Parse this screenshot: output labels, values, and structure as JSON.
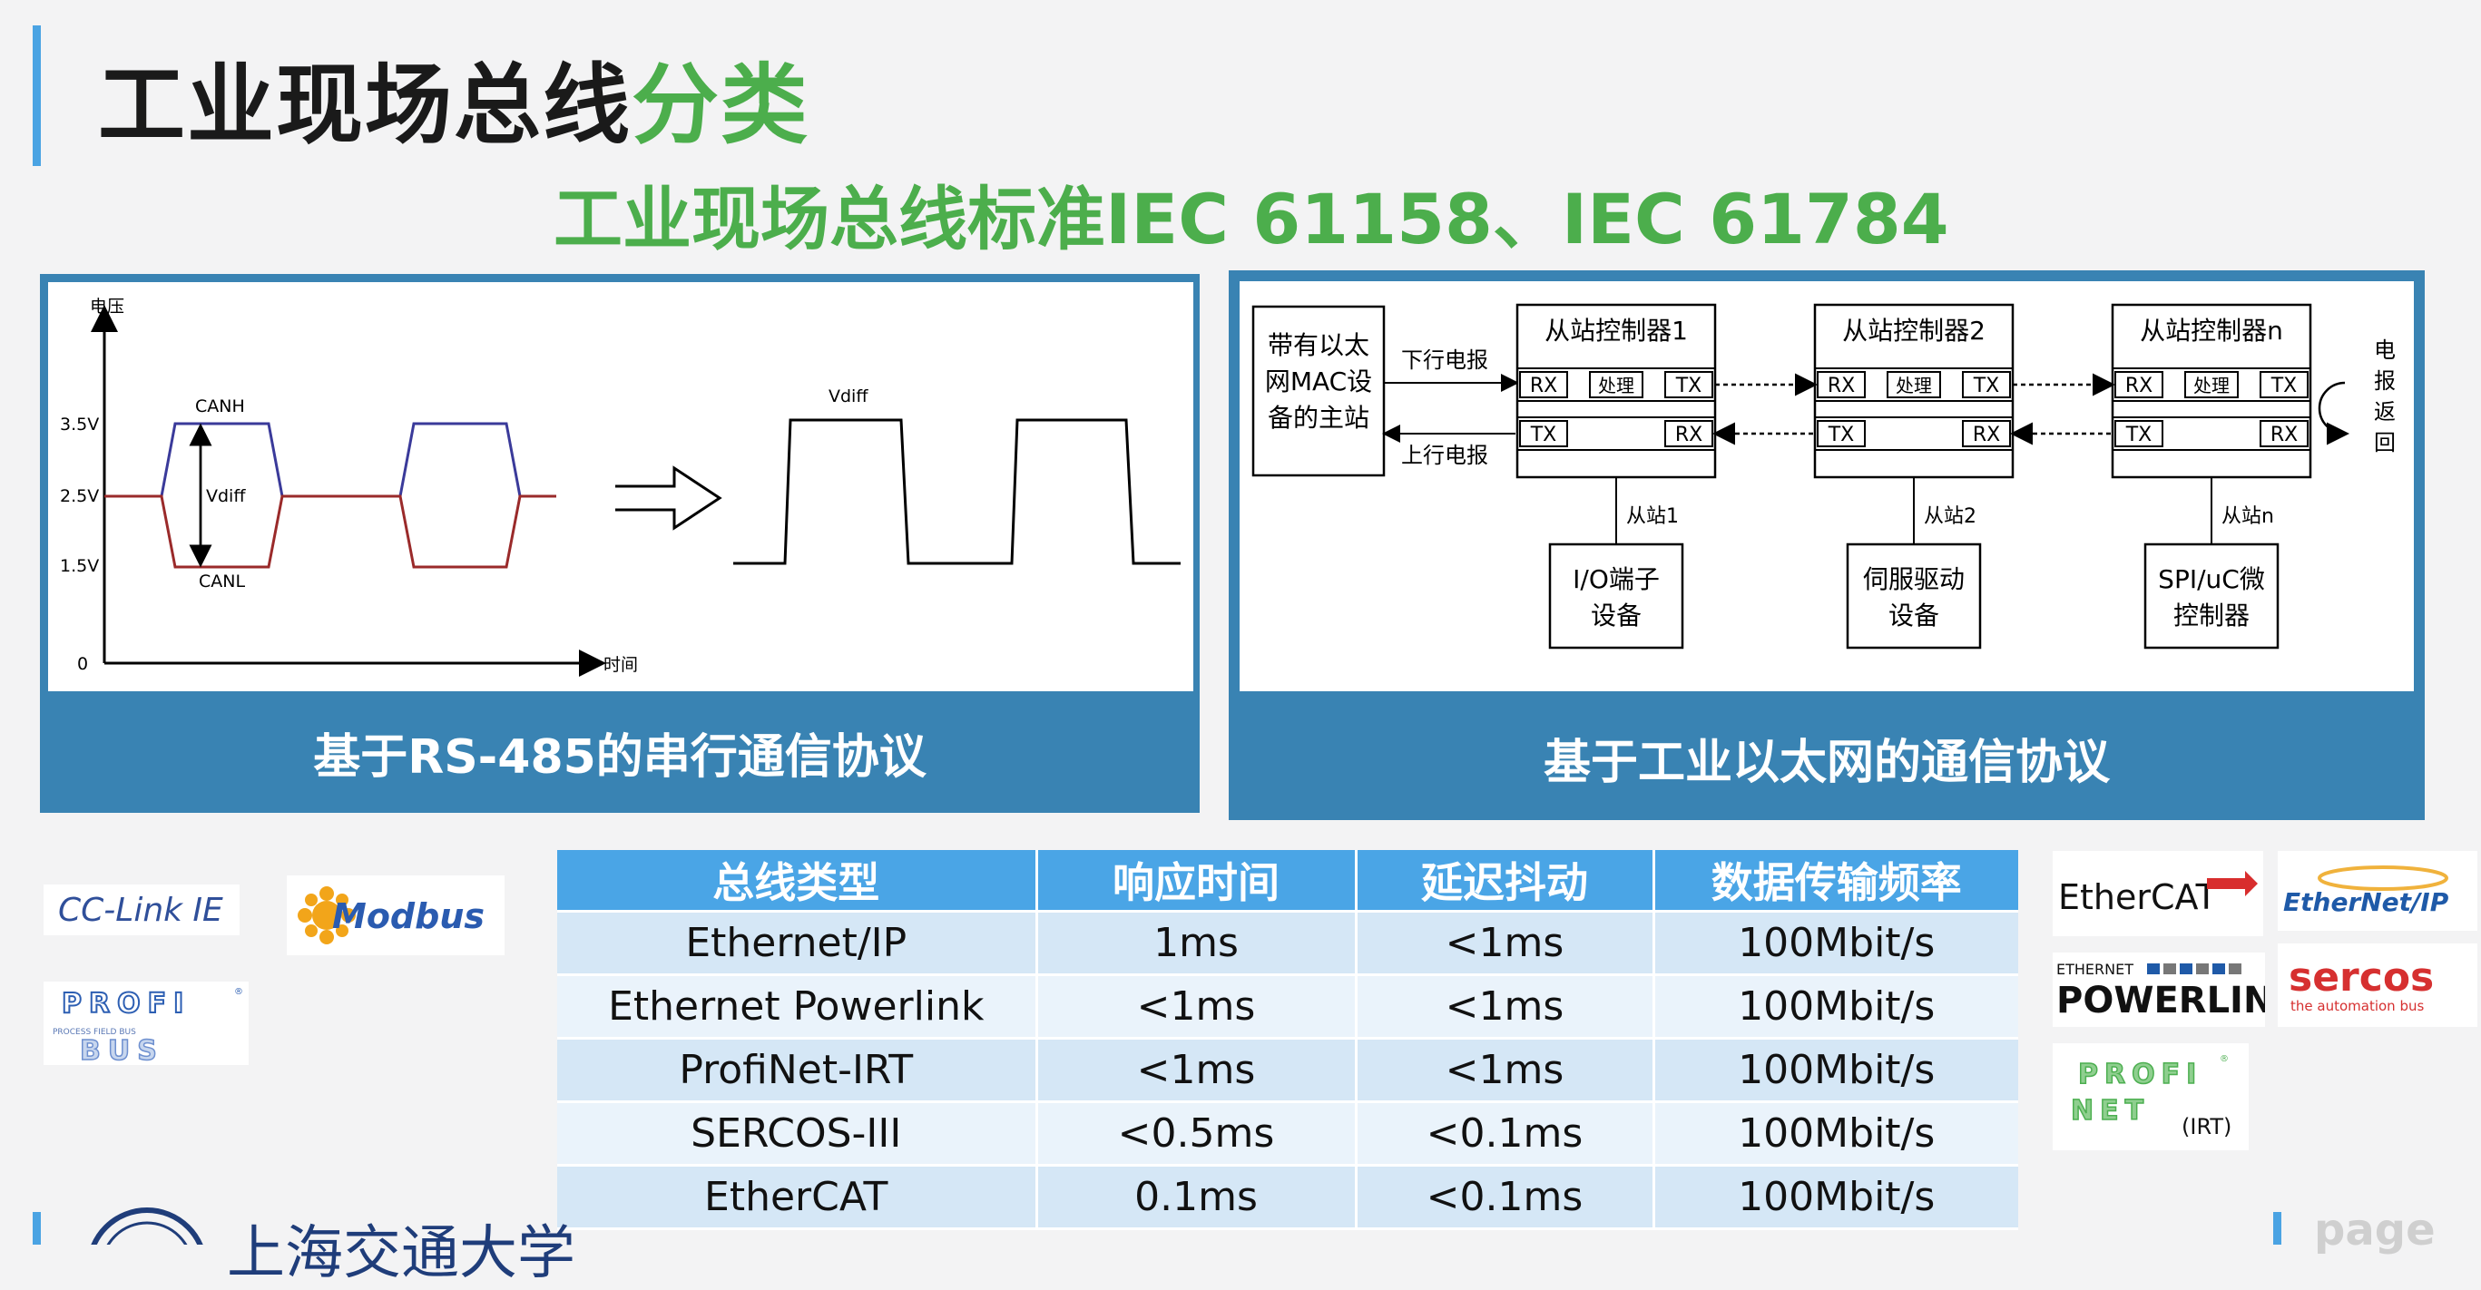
{
  "slide": {
    "title_main": "工业现场总线",
    "title_highlight": "分类",
    "subtitle": "工业现场总线标准IEC 61158、IEC 61784"
  },
  "left_panel": {
    "caption": "基于RS-485的串行通信协议",
    "diagram": {
      "y_axis_label": "电压",
      "x_axis_label": "时间",
      "y_ticks": [
        "3.5V",
        "2.5V",
        "1.5V",
        "0"
      ],
      "canh_label": "CANH",
      "canl_label": "CANL",
      "vdiff_label": "Vdiff",
      "output_label": "Vdiff"
    }
  },
  "right_panel": {
    "caption": "基于工业以太网的通信协议",
    "diagram": {
      "master_label_lines": [
        "带有以太",
        "网MAC设",
        "备的主站"
      ],
      "downlink_label": "下行电报",
      "uplink_label": "上行电报",
      "slaves": [
        {
          "controller": "从站控制器1",
          "station": "从站1",
          "device_lines": [
            "I/O端子",
            "设备"
          ]
        },
        {
          "controller": "从站控制器2",
          "station": "从站2",
          "device_lines": [
            "伺服驱动",
            "设备"
          ]
        },
        {
          "controller": "从站控制器n",
          "station": "从站n",
          "device_lines": [
            "SPI/uC微",
            "控制器"
          ]
        }
      ],
      "rx_label": "RX",
      "tx_label": "TX",
      "process_label": "处理",
      "return_label_chars": [
        "电",
        "报",
        "返",
        "回"
      ]
    }
  },
  "logos": {
    "cclink": "CC-Link IE",
    "modbus": "Modbus",
    "profibus_top": "PROFI",
    "profibus_bottom": "BUS",
    "profibus_small": "PROCESS FIELD BUS",
    "ethercat": "EtherCAT",
    "ethernetip": "EtherNet/IP",
    "powerlink_top": "ETHERNET",
    "powerlink": "POWERLINK",
    "sercos": "sercos",
    "sercos_tag": "the automation bus",
    "profinet_top": "PROFI",
    "profinet_bottom": "NET",
    "profinet_irt": "(IRT)"
  },
  "table": {
    "headers": [
      "总线类型",
      "响应时间",
      "延迟抖动",
      "数据传输频率"
    ],
    "rows": [
      [
        "Ethernet/IP",
        "1ms",
        "<1ms",
        "100Mbit/s"
      ],
      [
        "Ethernet Powerlink",
        "<1ms",
        "<1ms",
        "100Mbit/s"
      ],
      [
        "ProfiNet-IRT",
        "<1ms",
        "<1ms",
        "100Mbit/s"
      ],
      [
        "SERCOS-III",
        "<0.5ms",
        "<0.1ms",
        "100Mbit/s"
      ],
      [
        "EtherCAT",
        "0.1ms",
        "<0.1ms",
        "100Mbit/s"
      ]
    ]
  },
  "footer": {
    "school_name": "上海交通大学",
    "page_label": "page"
  },
  "colors": {
    "accent_green": "#4cae4c",
    "accent_blue": "#4aa3e3",
    "panel_blue": "#3983b3",
    "table_header": "#4aa5e6",
    "canh": "#3a3a9a",
    "canl": "#9a2a2a"
  }
}
